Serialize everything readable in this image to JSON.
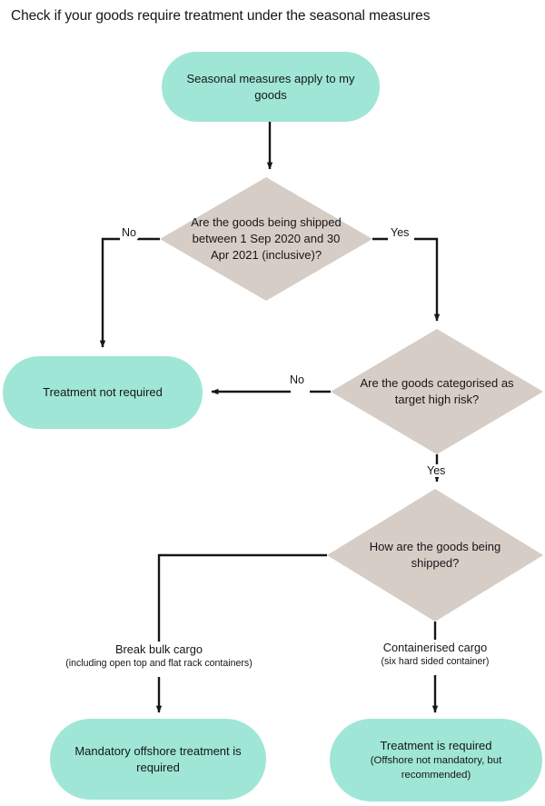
{
  "title": "Check if your goods require treatment under the seasonal measures",
  "colors": {
    "terminator_fill": "#9fe6d6",
    "decision_fill": "#d7cdc7",
    "connector": "#161616",
    "text": "#161616",
    "background": "#ffffff"
  },
  "nodes": {
    "start": {
      "shape": "terminator",
      "lines": [
        "Seasonal measures apply to my",
        "goods"
      ]
    },
    "decision_shipping_window": {
      "shape": "decision",
      "lines": [
        "Are the goods being shipped",
        "between 1 Sep 2020 and 30",
        "Apr 2021 (inclusive)?"
      ]
    },
    "decision_target_high_risk": {
      "shape": "decision",
      "lines": [
        "Are the goods categorised as",
        "target high risk?"
      ]
    },
    "decision_shipping_method": {
      "shape": "decision",
      "lines": [
        "How are the goods being",
        "shipped?"
      ]
    },
    "outcome_no_treatment": {
      "shape": "terminator",
      "lines": [
        "Treatment not required"
      ]
    },
    "outcome_mandatory_offshore": {
      "shape": "terminator",
      "lines": [
        "Mandatory offshore treatment is",
        "required"
      ]
    },
    "outcome_treatment_required": {
      "shape": "terminator",
      "lines": [
        "Treatment is required"
      ],
      "sub_lines": [
        "(Offshore not mandatory, but",
        "recommended)"
      ]
    }
  },
  "edges": {
    "window_no": "No",
    "window_yes": "Yes",
    "risk_no": "No",
    "risk_yes": "Yes",
    "break_bulk": {
      "main": "Break bulk cargo",
      "sub": "(including open top and flat rack containers)"
    },
    "containerised": {
      "main": "Containerised cargo",
      "sub": "(six hard sided container)"
    }
  }
}
